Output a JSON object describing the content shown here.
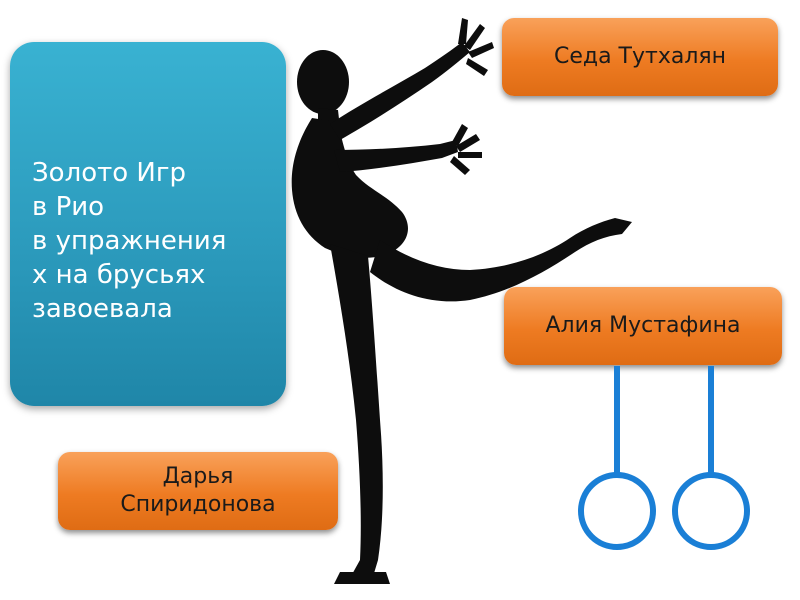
{
  "question": {
    "text": "Золото Игр\nв Рио\nв упражнения\nх на брусьях\nзавоевала"
  },
  "answers": [
    {
      "label": "Седа Тутхалян"
    },
    {
      "label": "Алия Мустафина"
    },
    {
      "label": "Дарья\nСпиридонова"
    }
  ],
  "colors": {
    "question_box": "#2c9bbd",
    "answer_button": "#ee7b22",
    "rings": "#1a7fd6",
    "silhouette": "#0d0d0d"
  },
  "decor": {
    "figure": "gymnast-silhouette",
    "rings": "gymnastic-rings-icon"
  }
}
